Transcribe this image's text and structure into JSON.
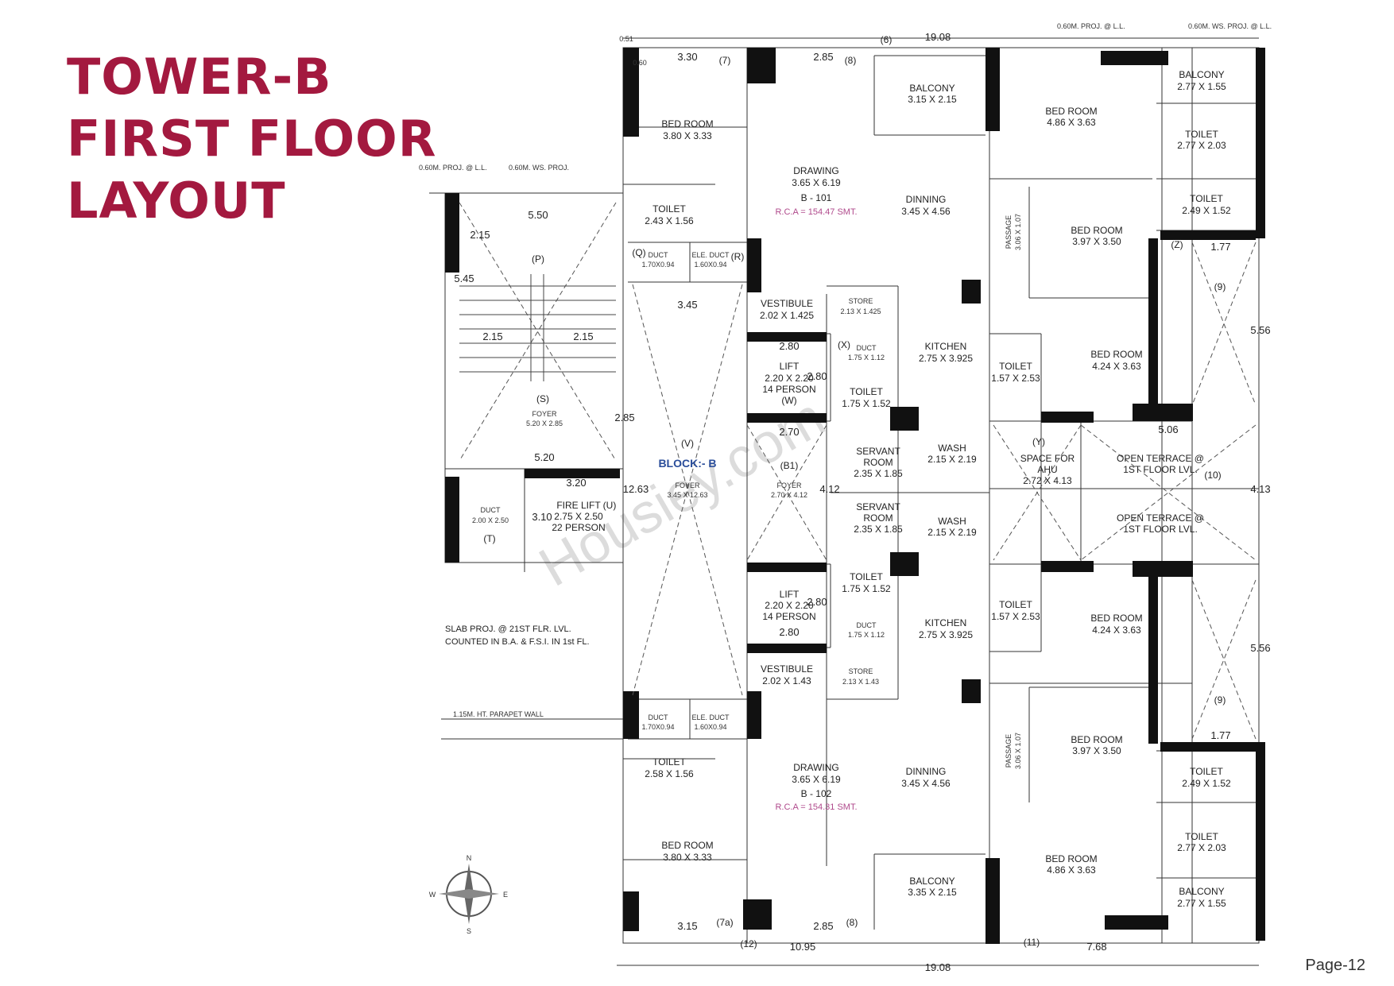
{
  "title": {
    "line1": "TOWER-B",
    "line2": "FIRST FLOOR",
    "line3": "LAYOUT"
  },
  "page_label": "Page-12",
  "colors": {
    "title": "#a3193f",
    "rca": "#b04a8c",
    "block": "#2a4d9a",
    "wall": "#111111"
  },
  "icons": {
    "compass": "compass-rose-icon"
  },
  "watermark": "Housiey.com",
  "notes": {
    "slab_line1": "SLAB PROJ. @ 21ST FLR. LVL.",
    "slab_line2": "COUNTED IN B.A. & F.S.I. IN 1st FL.",
    "parapet_left": "1.15M. HT. PARAPET WALL",
    "proj_top_left": "0.60M. PROJ. @ L.L.",
    "ws_proj": "0.60M. WS. PROJ.",
    "proj_top_right": "0.60M. PROJ. @ L.L.",
    "ws_proj_top_right": "0.60M. WS. PROJ. @ L.L."
  },
  "dimensions": {
    "overall_width": "19.08",
    "top_19": "19.08",
    "w_330": "3.30",
    "w_285": "2.85",
    "w_315": "3.15",
    "w_285b": "2.85",
    "w_1095": "10.95",
    "w_768": "7.68",
    "h_556a": "5.56",
    "h_556b": "5.56",
    "h_413": "4.13",
    "w_506": "5.06",
    "w_177a": "1.77",
    "w_177b": "1.77",
    "h_1263": "12.63",
    "w_345": "3.45",
    "w_550": "5.50",
    "h_215": "2.15",
    "h_545": "5.45",
    "w_215a": "2.15",
    "w_215b": "2.15",
    "h_285": "2.85",
    "w_520": "5.20",
    "w_320": "3.20",
    "h_310": "3.10",
    "w_280a": "2.80",
    "h_280a": "2.80",
    "w_270": "2.70",
    "h_412": "4.12",
    "w_280b": "2.80",
    "h_280b": "2.80",
    "proj_060": "0.60",
    "proj_051": "0.51"
  },
  "markers": [
    "(6)",
    "(7)",
    "(8)",
    "(7a)",
    "(8)",
    "(12)",
    "(11)",
    "(9)",
    "(9)",
    "(10)",
    "(P)",
    "(S)",
    "(T)",
    "(U)",
    "(V)",
    "(Q)",
    "(R)",
    "(X)",
    "(W)",
    "(B1)",
    "(Y)",
    "(Z)"
  ],
  "units": {
    "b101": {
      "name": "B - 101",
      "rca": "R.C.A = 154.47 SMT."
    },
    "b102": {
      "name": "B - 102",
      "rca": "R.C.A = 154.31 SMT."
    }
  },
  "block_label": "BLOCK:- B",
  "rooms": {
    "bed_top_left": {
      "name": "BED ROOM",
      "size": "3.80 X 3.33"
    },
    "drawing_top": {
      "name": "DRAWING",
      "size": "3.65 X 6.19"
    },
    "dinning_top": {
      "name": "DINNING",
      "size": "3.45 X 4.56"
    },
    "balcony_top_mid": {
      "name": "BALCONY",
      "size": "3.15 X 2.15"
    },
    "bed_top_right": {
      "name": "BED ROOM",
      "size": "4.86 X 3.63"
    },
    "balcony_top_right": {
      "name": "BALCONY",
      "size": "2.77 X 1.55"
    },
    "toilet_tr1": {
      "name": "TOILET",
      "size": "2.77 X 2.03"
    },
    "toilet_tr2": {
      "name": "TOILET",
      "size": "2.49 X 1.52"
    },
    "bed_397_top": {
      "name": "BED ROOM",
      "size": "3.97 X 3.50"
    },
    "toilet_top_left": {
      "name": "TOILET",
      "size": "2.43 X 1.56"
    },
    "duct_q_top": {
      "name": "DUCT",
      "size": "1.70X0.94"
    },
    "ele_duct_top": {
      "name": "ELE. DUCT",
      "size": "1.60X0.94"
    },
    "vestibule_top": {
      "name": "VESTIBULE",
      "size": "2.02 X 1.425"
    },
    "store_top": {
      "name": "STORE",
      "size": "2.13 X 1.425"
    },
    "kitchen_top": {
      "name": "KITCHEN",
      "size": "2.75 X 3.925"
    },
    "toilet_157_top": {
      "name": "TOILET",
      "size": "1.57 X 2.53"
    },
    "bed_424_top": {
      "name": "BED ROOM",
      "size": "4.24 X 3.63"
    },
    "passage_top": {
      "name": "PASSAGE",
      "size": "3.06 X 1.07"
    },
    "lift_top": {
      "name": "LIFT",
      "size": "2.20 X 2.20",
      "cap": "14 PERSON"
    },
    "duct_x_top": {
      "name": "DUCT",
      "size": "1.75 X 1.12"
    },
    "toilet_175_top": {
      "name": "TOILET",
      "size": "1.75 X 1.52"
    },
    "servant_top": {
      "name": "SERVANT",
      "name2": "ROOM",
      "size": "2.35 X 1.85"
    },
    "wash_top": {
      "name": "WASH",
      "size": "2.15 X 2.19"
    },
    "ahu": {
      "name": "SPACE FOR",
      "name2": "AHU",
      "size": "2.72 X 4.13"
    },
    "terrace_top": {
      "name": "OPEN TERRACE @",
      "name2": "1ST FLOOR LVL."
    },
    "terrace_bot": {
      "name": "OPEN TERRACE @",
      "name2": "1ST FLOOR LVL."
    },
    "foyer_b1": {
      "name": "FOYER",
      "size": "2.70 X 4.12"
    },
    "servant_bot": {
      "name": "SERVANT",
      "name2": "ROOM",
      "size": "2.35 X 1.85"
    },
    "wash_bot": {
      "name": "WASH",
      "size": "2.15 X 2.19"
    },
    "foyer_v": {
      "name": "FOYER",
      "size": "3.45 X 12.63"
    },
    "foyer_s": {
      "name": "FOYER",
      "size": "5.20 X 2.85"
    },
    "duct_t": {
      "name": "DUCT",
      "size": "2.00 X 2.50"
    },
    "fire_lift": {
      "name": "FIRE LIFT",
      "size": "2.75 X 2.50",
      "cap": "22 PERSON"
    },
    "lift_bot": {
      "name": "LIFT",
      "size": "2.20 X 2.20",
      "cap": "14 PERSON"
    },
    "toilet_175_bot": {
      "name": "TOILET",
      "size": "1.75 X 1.52"
    },
    "duct_x_bot": {
      "name": "DUCT",
      "size": "1.75 X 1.12"
    },
    "kitchen_bot": {
      "name": "KITCHEN",
      "size": "2.75 X 3.925"
    },
    "toilet_157_bot": {
      "name": "TOILET",
      "size": "1.57 X 2.53"
    },
    "bed_424_bot": {
      "name": "BED ROOM",
      "size": "4.24 X 3.63"
    },
    "vestibule_bot": {
      "name": "VESTIBULE",
      "size": "2.02 X 1.43"
    },
    "store_bot": {
      "name": "STORE",
      "size": "2.13 X 1.43"
    },
    "duct_q_bot": {
      "name": "DUCT",
      "size": "1.70X0.94"
    },
    "ele_duct_bot": {
      "name": "ELE. DUCT",
      "size": "1.60X0.94"
    },
    "toilet_bot_left": {
      "name": "TOILET",
      "size": "2.58 X 1.56"
    },
    "drawing_bot": {
      "name": "DRAWING",
      "size": "3.65 X 6.19"
    },
    "dinning_bot": {
      "name": "DINNING",
      "size": "3.45 X 4.56"
    },
    "bed_397_bot": {
      "name": "BED ROOM",
      "size": "3.97 X 3.50"
    },
    "passage_bot": {
      "name": "PASSAGE",
      "size": "3.06 X 1.07"
    },
    "toilet_br2": {
      "name": "TOILET",
      "size": "2.49 X 1.52"
    },
    "toilet_br1": {
      "name": "TOILET",
      "size": "2.77 X 2.03"
    },
    "bed_bot_left": {
      "name": "BED ROOM",
      "size": "3.80 X 3.33"
    },
    "balcony_bot_mid": {
      "name": "BALCONY",
      "size": "3.35 X 2.15"
    },
    "bed_bot_right": {
      "name": "BED ROOM",
      "size": "4.86 X 3.63"
    },
    "balcony_bot_right": {
      "name": "BALCONY",
      "size": "2.77 X 1.55"
    }
  }
}
